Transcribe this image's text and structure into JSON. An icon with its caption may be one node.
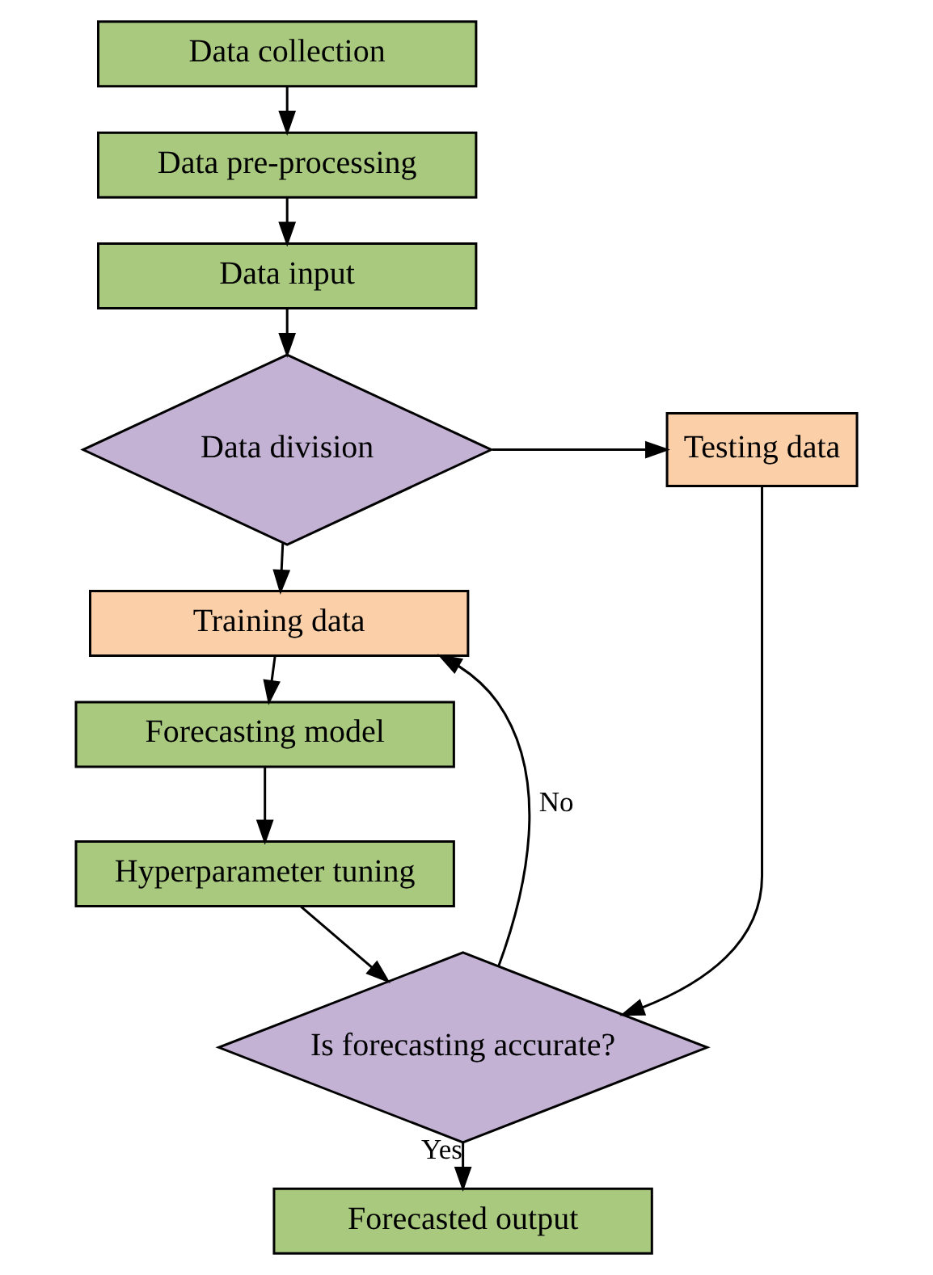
{
  "diagram": {
    "nodes": [
      {
        "text": [
          "Data collection"
        ]
      },
      {
        "text": [
          "Data pre-processing"
        ]
      },
      {
        "text": [
          "Data input"
        ]
      },
      {
        "text": [
          "Data division"
        ]
      },
      {
        "text": [
          "Testing data"
        ]
      },
      {
        "text": [
          "Training data"
        ]
      },
      {
        "text": [
          "Forecasting model"
        ]
      },
      {
        "text": [
          "Hyperparameter tuning"
        ]
      },
      {
        "text": [
          "Is forecasting accurate?"
        ]
      },
      {
        "text": [
          "Forecasted output"
        ]
      }
    ],
    "edges": [
      {
        "from": 0,
        "to": 1,
        "arrow": "to"
      },
      {
        "from": 1,
        "to": 2,
        "arrow": "to"
      },
      {
        "from": 2,
        "to": 3,
        "arrow": "to"
      },
      {
        "from": 3,
        "to": 4,
        "arrow": "to"
      },
      {
        "from": 3,
        "to": 5,
        "arrow": "to"
      },
      {
        "from": 5,
        "to": 6,
        "arrow": "to"
      },
      {
        "from": 6,
        "to": 7,
        "arrow": "to"
      },
      {
        "from": 7,
        "to": 8,
        "arrow": "to"
      },
      {
        "from": 4,
        "to": 8,
        "arrow": "to"
      },
      {
        "from": 8,
        "to": 5,
        "arrow": "to",
        "label": "No"
      },
      {
        "from": 8,
        "to": 9,
        "arrow": "to",
        "label": "Yes"
      }
    ]
  }
}
